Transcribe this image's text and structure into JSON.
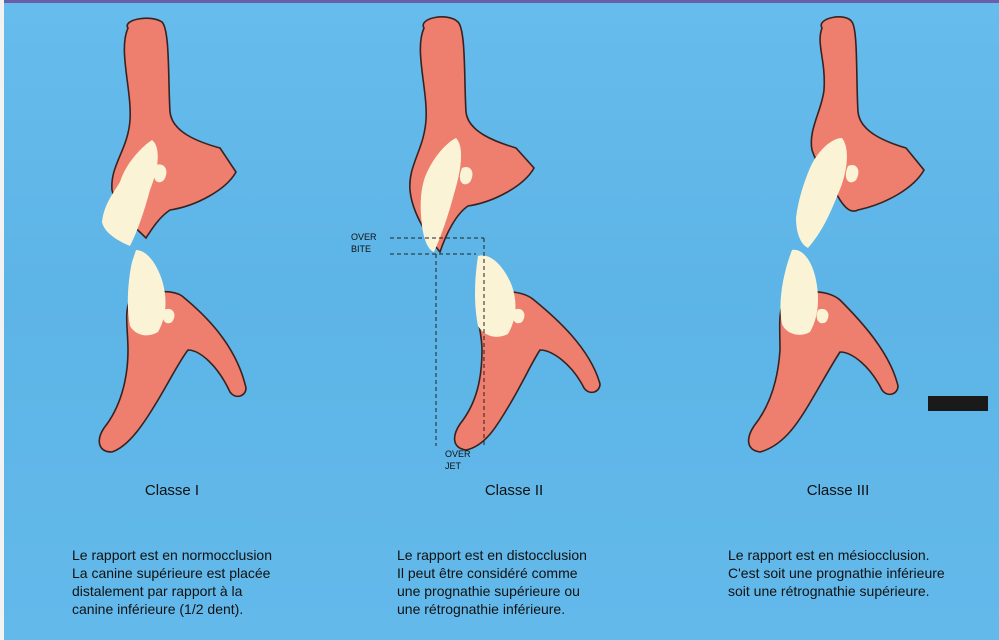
{
  "diagram": {
    "classes": [
      {
        "label": "Classe I",
        "description": "Le rapport est en normocclusion\nLa canine supérieure est placée\ndistalement par rapport à la\ncanine inférieure (1/2 dent)."
      },
      {
        "label": "Classe II",
        "description": "Le rapport est en distocclusion\nIl peut être considéré comme\nune prognathie supérieure ou\nune rétrognathie inférieure."
      },
      {
        "label": "Classe III",
        "description": "Le rapport est en mésiocclusion.\nC'est soit une prognathie inférieure\nsoit une rétrognathie supérieure."
      }
    ],
    "annotations": {
      "overbite": "OVER\nBITE",
      "overjet": "OVER\nJET"
    },
    "colors": {
      "background": "#5fb6e8",
      "gum": "#ee7e6e",
      "tooth": "#fbf3d6"
    }
  }
}
